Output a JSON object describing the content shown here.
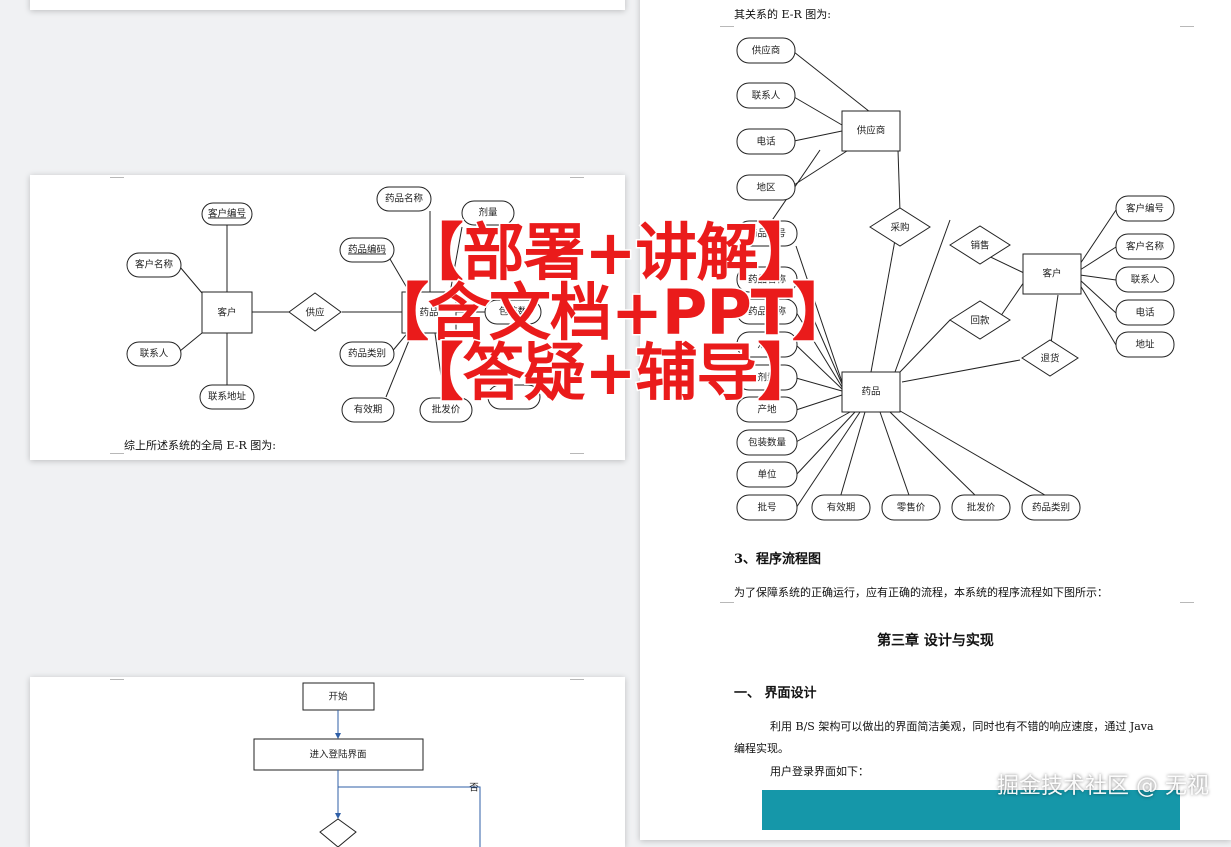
{
  "left_page_er": {
    "entities": {
      "customer": "客户",
      "drug": "药品"
    },
    "relationship": "供应",
    "customer_attrs": [
      "客户编号",
      "客户名称",
      "联系人",
      "联系地址"
    ],
    "drug_attrs": [
      "药品名称",
      "药品编码",
      "药品类别",
      "有效期",
      "批发价",
      "剂量",
      "包装数"
    ],
    "caption": "综上所述系统的全局 E-R 图为:"
  },
  "left_page_flow": {
    "start": "开始",
    "login": "进入登陆界面",
    "no_label": "否"
  },
  "right_page": {
    "intro": "其关系的 E-R 图为:",
    "entities": {
      "supplier": "供应商",
      "customer": "客户",
      "drug": "药品"
    },
    "relationships": {
      "purchase": "采购",
      "sale": "销售",
      "return_money": "回款",
      "return_goods": "退货"
    },
    "supplier_attrs": [
      "供应商",
      "联系人",
      "电话",
      "地区"
    ],
    "customer_attrs": [
      "客户编号",
      "客户名称",
      "联系人",
      "电话",
      "地址"
    ],
    "drug_attrs_left": [
      "药品编号",
      "药品名称",
      "药品名称",
      "规格",
      "剂量",
      "产地",
      "包装数量",
      "单位",
      "批号"
    ],
    "drug_attrs_bottom": [
      "有效期",
      "零售价",
      "批发价",
      "药品类别"
    ],
    "section3_title": "3、程序流程图",
    "section3_text": "为了保障系统的正确运行，应有正确的流程，本系统的程序流程如下图所示：",
    "chapter_title": "第三章  设计与实现",
    "sub_title": "一、 界面设计",
    "para1_line1": "利用 B/S 架构可以做出的界面简洁美观，同时也有不错的响应速度，通过 Java",
    "para1_line2": "编程实现。",
    "para2": "用户登录界面如下："
  },
  "overlay": {
    "line1": "【部署+讲解】",
    "line2": "【含文档+PPT】",
    "line3": "【答疑+辅导】"
  },
  "watermark": "掘金技术社区 @ 无视",
  "colors": {
    "overlay_red": "#ea1b1b",
    "login_banner": "#1597a9"
  }
}
